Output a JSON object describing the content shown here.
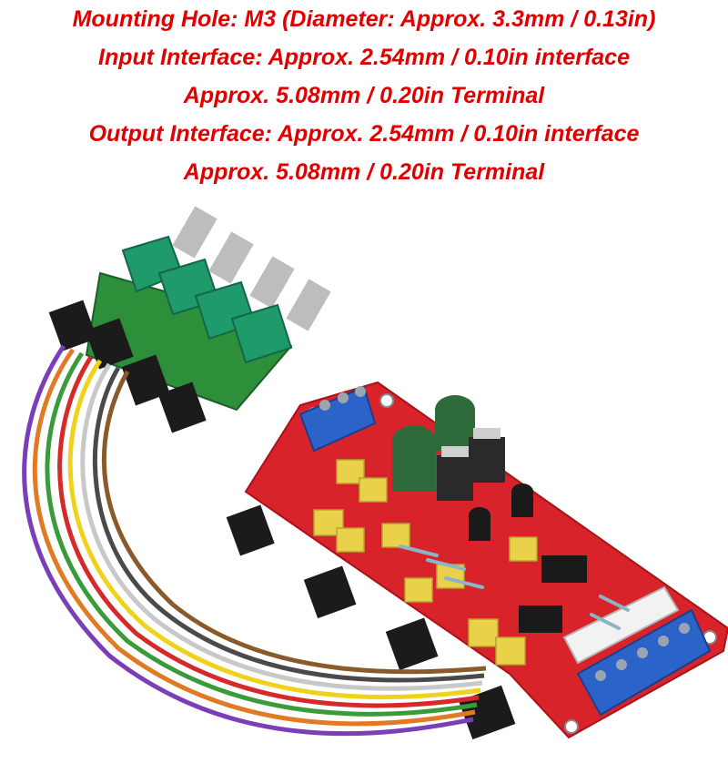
{
  "specs": [
    "Mounting Hole: M3 (Diameter: Approx. 3.3mm / 0.13in)",
    "Input Interface: Approx. 2.54mm / 0.10in interface",
    "Approx. 5.08mm / 0.20in Terminal",
    "Output Interface: Approx. 2.54mm / 0.10in interface",
    "Approx. 5.08mm / 0.20in Terminal"
  ],
  "colors": {
    "text": "#e00000",
    "pcb": "#d8232a",
    "pot_housing": "#1f9a6a",
    "terminal_block": "#2b63c9",
    "capacitor": "#e9d24a",
    "electrolytic": "#2f6b3a"
  }
}
